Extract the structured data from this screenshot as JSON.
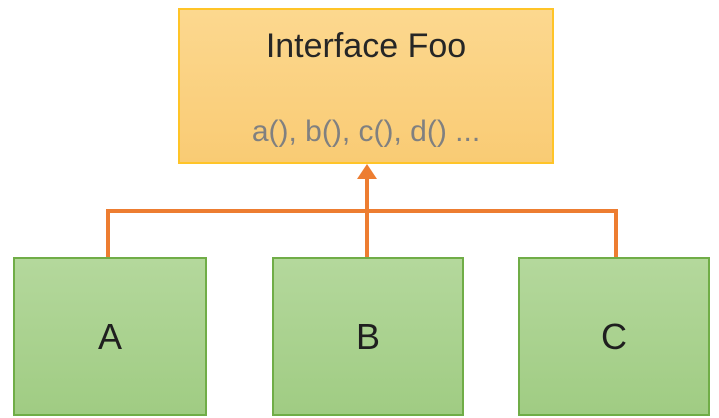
{
  "diagram": {
    "interface": {
      "title": "Interface Foo",
      "methods": "a(), b(), c(), d() ..."
    },
    "nodes": [
      {
        "label": "A"
      },
      {
        "label": "B"
      },
      {
        "label": "C"
      }
    ],
    "colors": {
      "interface_fill_top": "#FCD88F",
      "interface_fill_bottom": "#F9CB74",
      "interface_border": "#FFC428",
      "node_fill_top": "#B4D89C",
      "node_fill_bottom": "#A0CC83",
      "node_border": "#70AD47",
      "connector": "#ED7D31",
      "title_text": "#262626",
      "methods_text": "#808080",
      "node_text": "#1F1F1F",
      "canvas_bg": "#FFFFFF"
    }
  }
}
